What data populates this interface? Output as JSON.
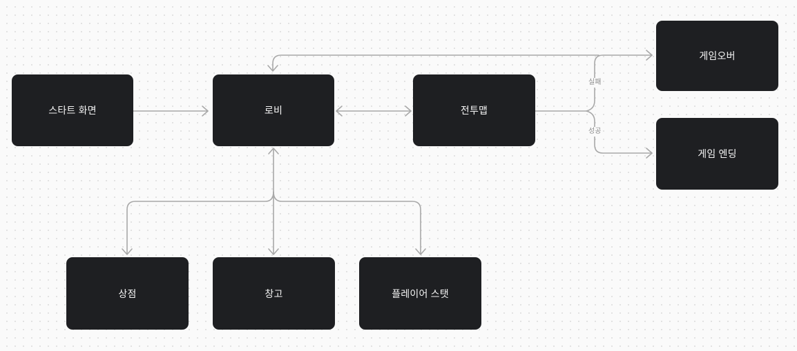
{
  "diagram": {
    "title": "game-screen-flow",
    "nodes": {
      "start": {
        "label": "스타트 화면"
      },
      "lobby": {
        "label": "로비"
      },
      "battle": {
        "label": "전투맵"
      },
      "gameover": {
        "label": "게임오버"
      },
      "ending": {
        "label": "게임 엔딩"
      },
      "shop": {
        "label": "상점"
      },
      "storage": {
        "label": "창고"
      },
      "stats": {
        "label": "플레이어 스탯"
      }
    },
    "edge_labels": {
      "fail": "실패",
      "success": "성공"
    },
    "edges": [
      {
        "from": "start",
        "to": "lobby",
        "direction": "one-way",
        "label": ""
      },
      {
        "from": "lobby",
        "to": "battle",
        "direction": "two-way",
        "label": ""
      },
      {
        "from": "battle",
        "to": "gameover",
        "direction": "one-way",
        "label": "실패"
      },
      {
        "from": "battle",
        "to": "ending",
        "direction": "one-way",
        "label": "성공"
      },
      {
        "from": "fail-branch",
        "to": "lobby",
        "direction": "one-way",
        "label": ""
      },
      {
        "from": "lobby",
        "to": "shop",
        "direction": "two-way",
        "label": ""
      },
      {
        "from": "lobby",
        "to": "storage",
        "direction": "two-way",
        "label": ""
      },
      {
        "from": "lobby",
        "to": "stats",
        "direction": "two-way",
        "label": ""
      }
    ],
    "colors": {
      "background": "#fafafa",
      "grid_dot": "#e0e0e0",
      "node_fill": "#1e1f22",
      "node_text": "#f5f5f5",
      "connector": "#a8a8a8",
      "edge_label_text": "#8c8c8c"
    }
  }
}
